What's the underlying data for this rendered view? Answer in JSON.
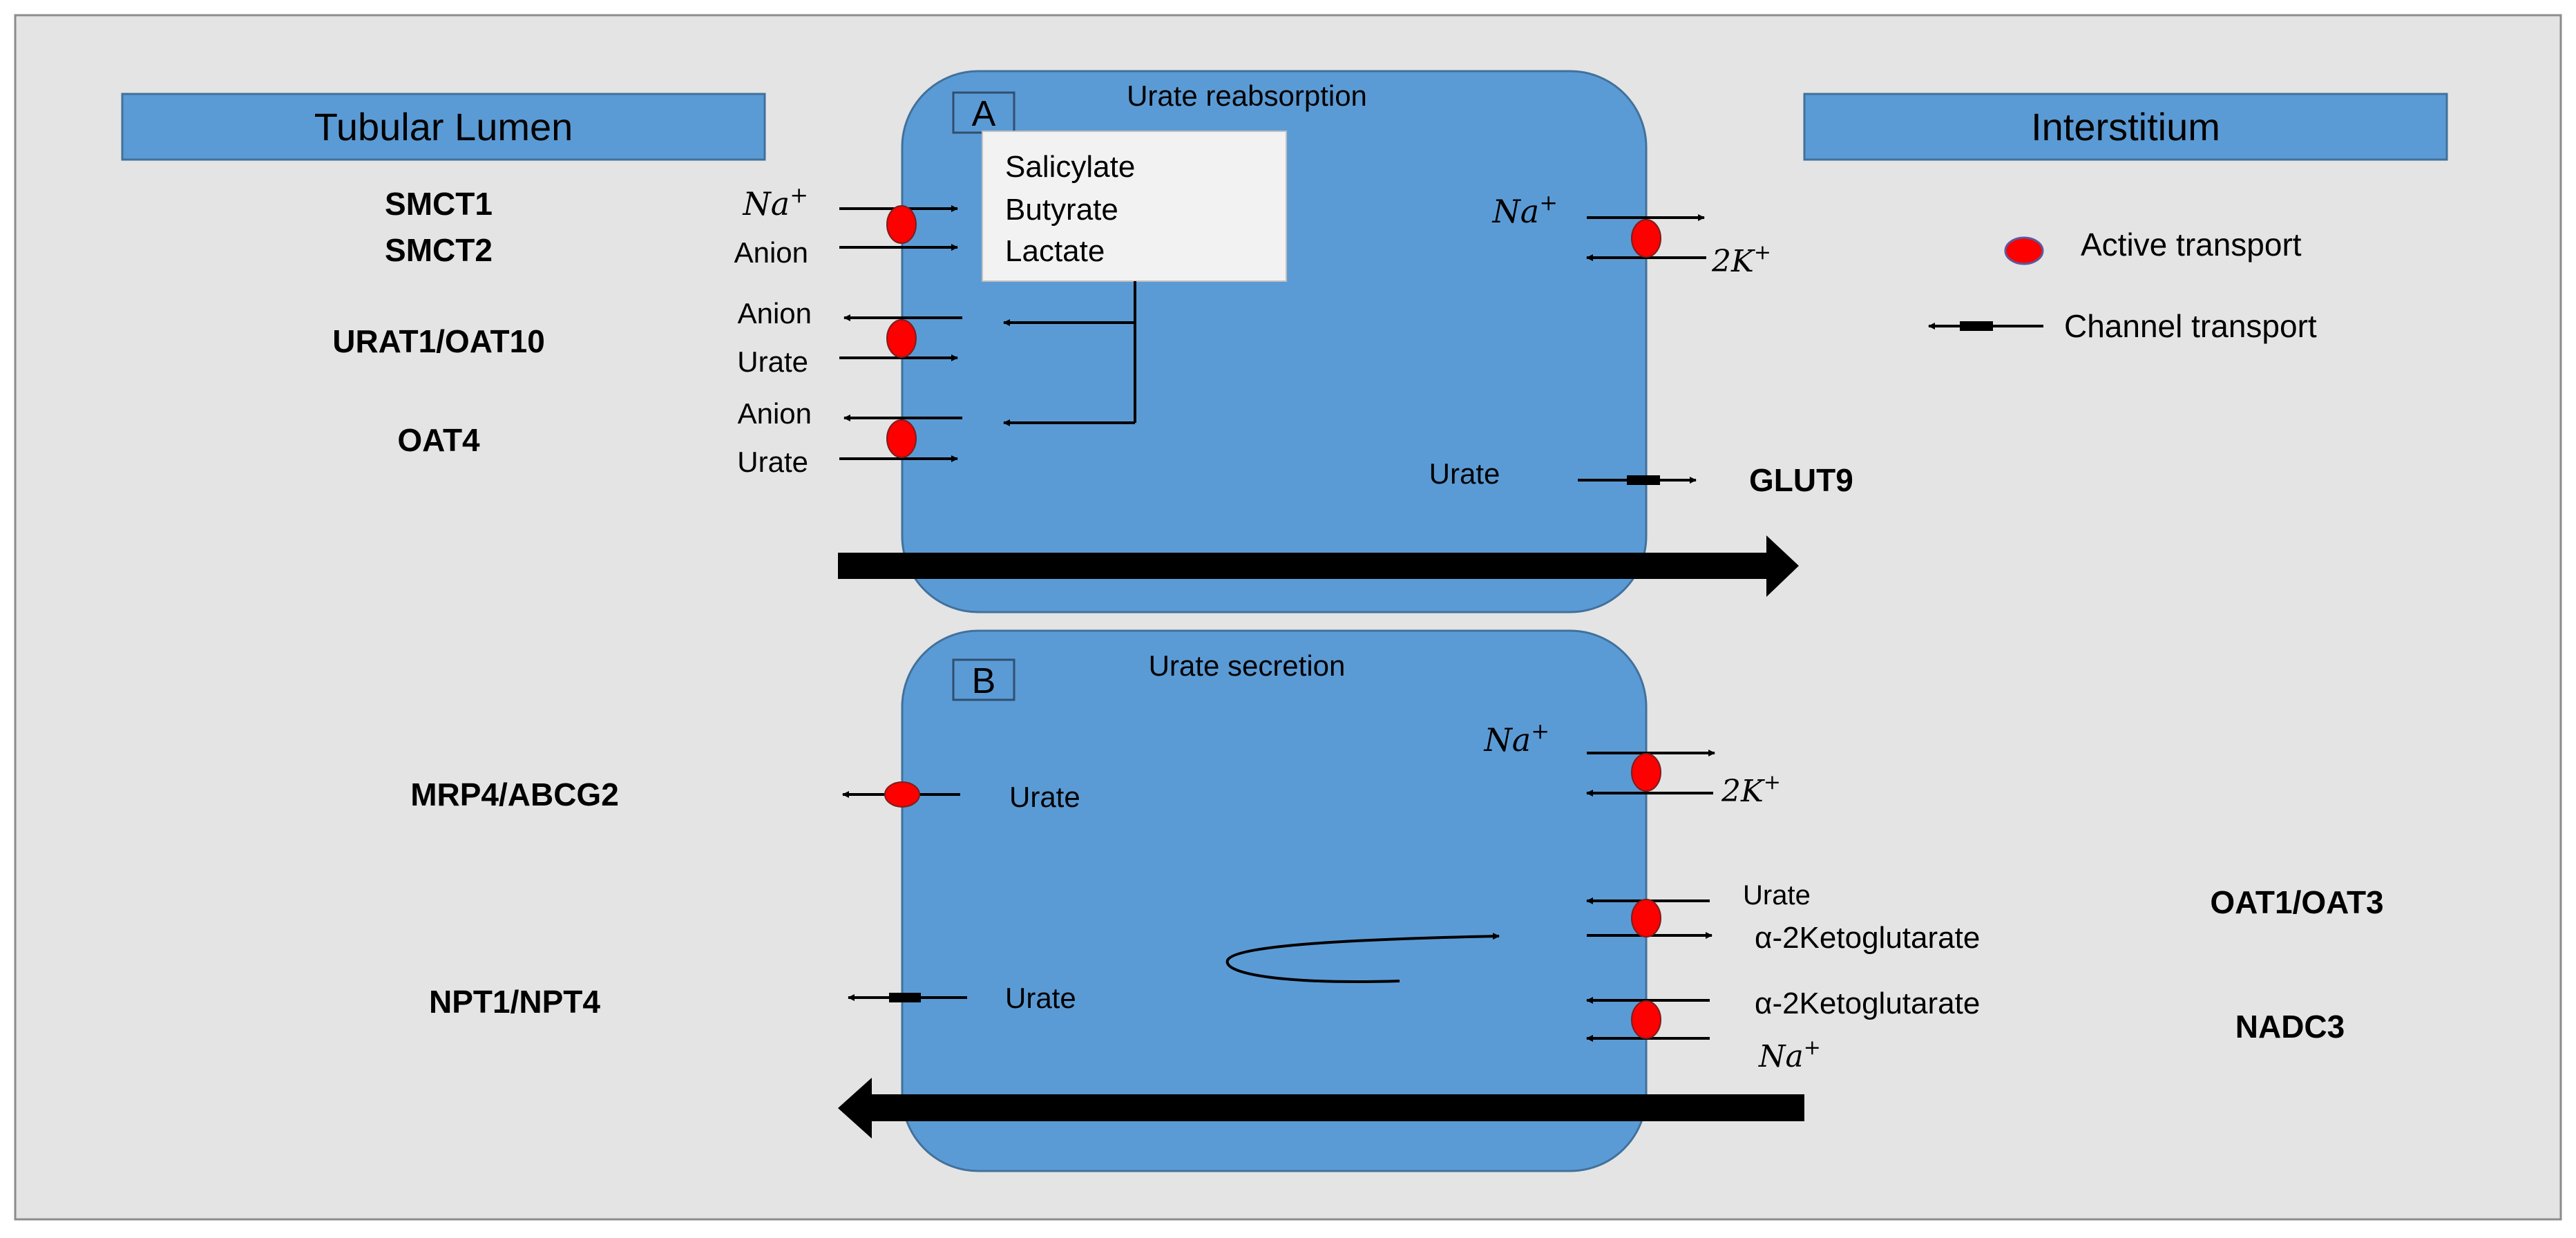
{
  "headers": {
    "lumen": "Tubular Lumen",
    "interstitium": "Interstitium"
  },
  "panel_a": {
    "letter": "A",
    "title": "Urate reabsorption",
    "inhibitors": [
      "Salicylate",
      "Butyrate",
      "Lactate"
    ],
    "transporters": {
      "smct1": "SMCT1",
      "smct2": "SMCT2",
      "urat1": "URAT1/OAT10",
      "oat4": "OAT4",
      "glut9": "GLUT9"
    },
    "labels": {
      "na_in_base": "Na",
      "na_in_sup": "+",
      "anion_in": "Anion",
      "anion_out1": "Anion",
      "urate_in1": "Urate",
      "anion_out2": "Anion",
      "urate_in2": "Urate",
      "na_pump_base": "Na",
      "na_pump_sup": "+",
      "k_pump_base": "2K",
      "k_pump_sup": "+",
      "urate_glut9": "Urate"
    }
  },
  "panel_b": {
    "letter": "B",
    "title": "Urate secretion",
    "transporters": {
      "mrp4": "MRP4/ABCG2",
      "npt": "NPT1/NPT4",
      "oat1": "OAT1/OAT3",
      "nadc3": "NADC3"
    },
    "labels": {
      "na_pump_base": "Na",
      "na_pump_sup": "+",
      "k_pump_base": "2K",
      "k_pump_sup": "+",
      "urate_mrp4": "Urate",
      "urate_npt": "Urate",
      "urate_oat": "Urate",
      "akg_oat": "α-2Ketoglutarate",
      "akg_nadc": "α-2Ketoglutarate",
      "na_nadc_base": "Na",
      "na_nadc_sup": "+"
    }
  },
  "legend": {
    "active": "Active transport",
    "channel": "Channel transport"
  },
  "colors": {
    "background": "#e4e4e4",
    "cell_fill": "#5b9bd5",
    "cell_stroke": "#41719c",
    "header_fill": "#5b9bd5",
    "active_dot": "#ff0000",
    "inhibitor_box": "#f2f2f2"
  }
}
